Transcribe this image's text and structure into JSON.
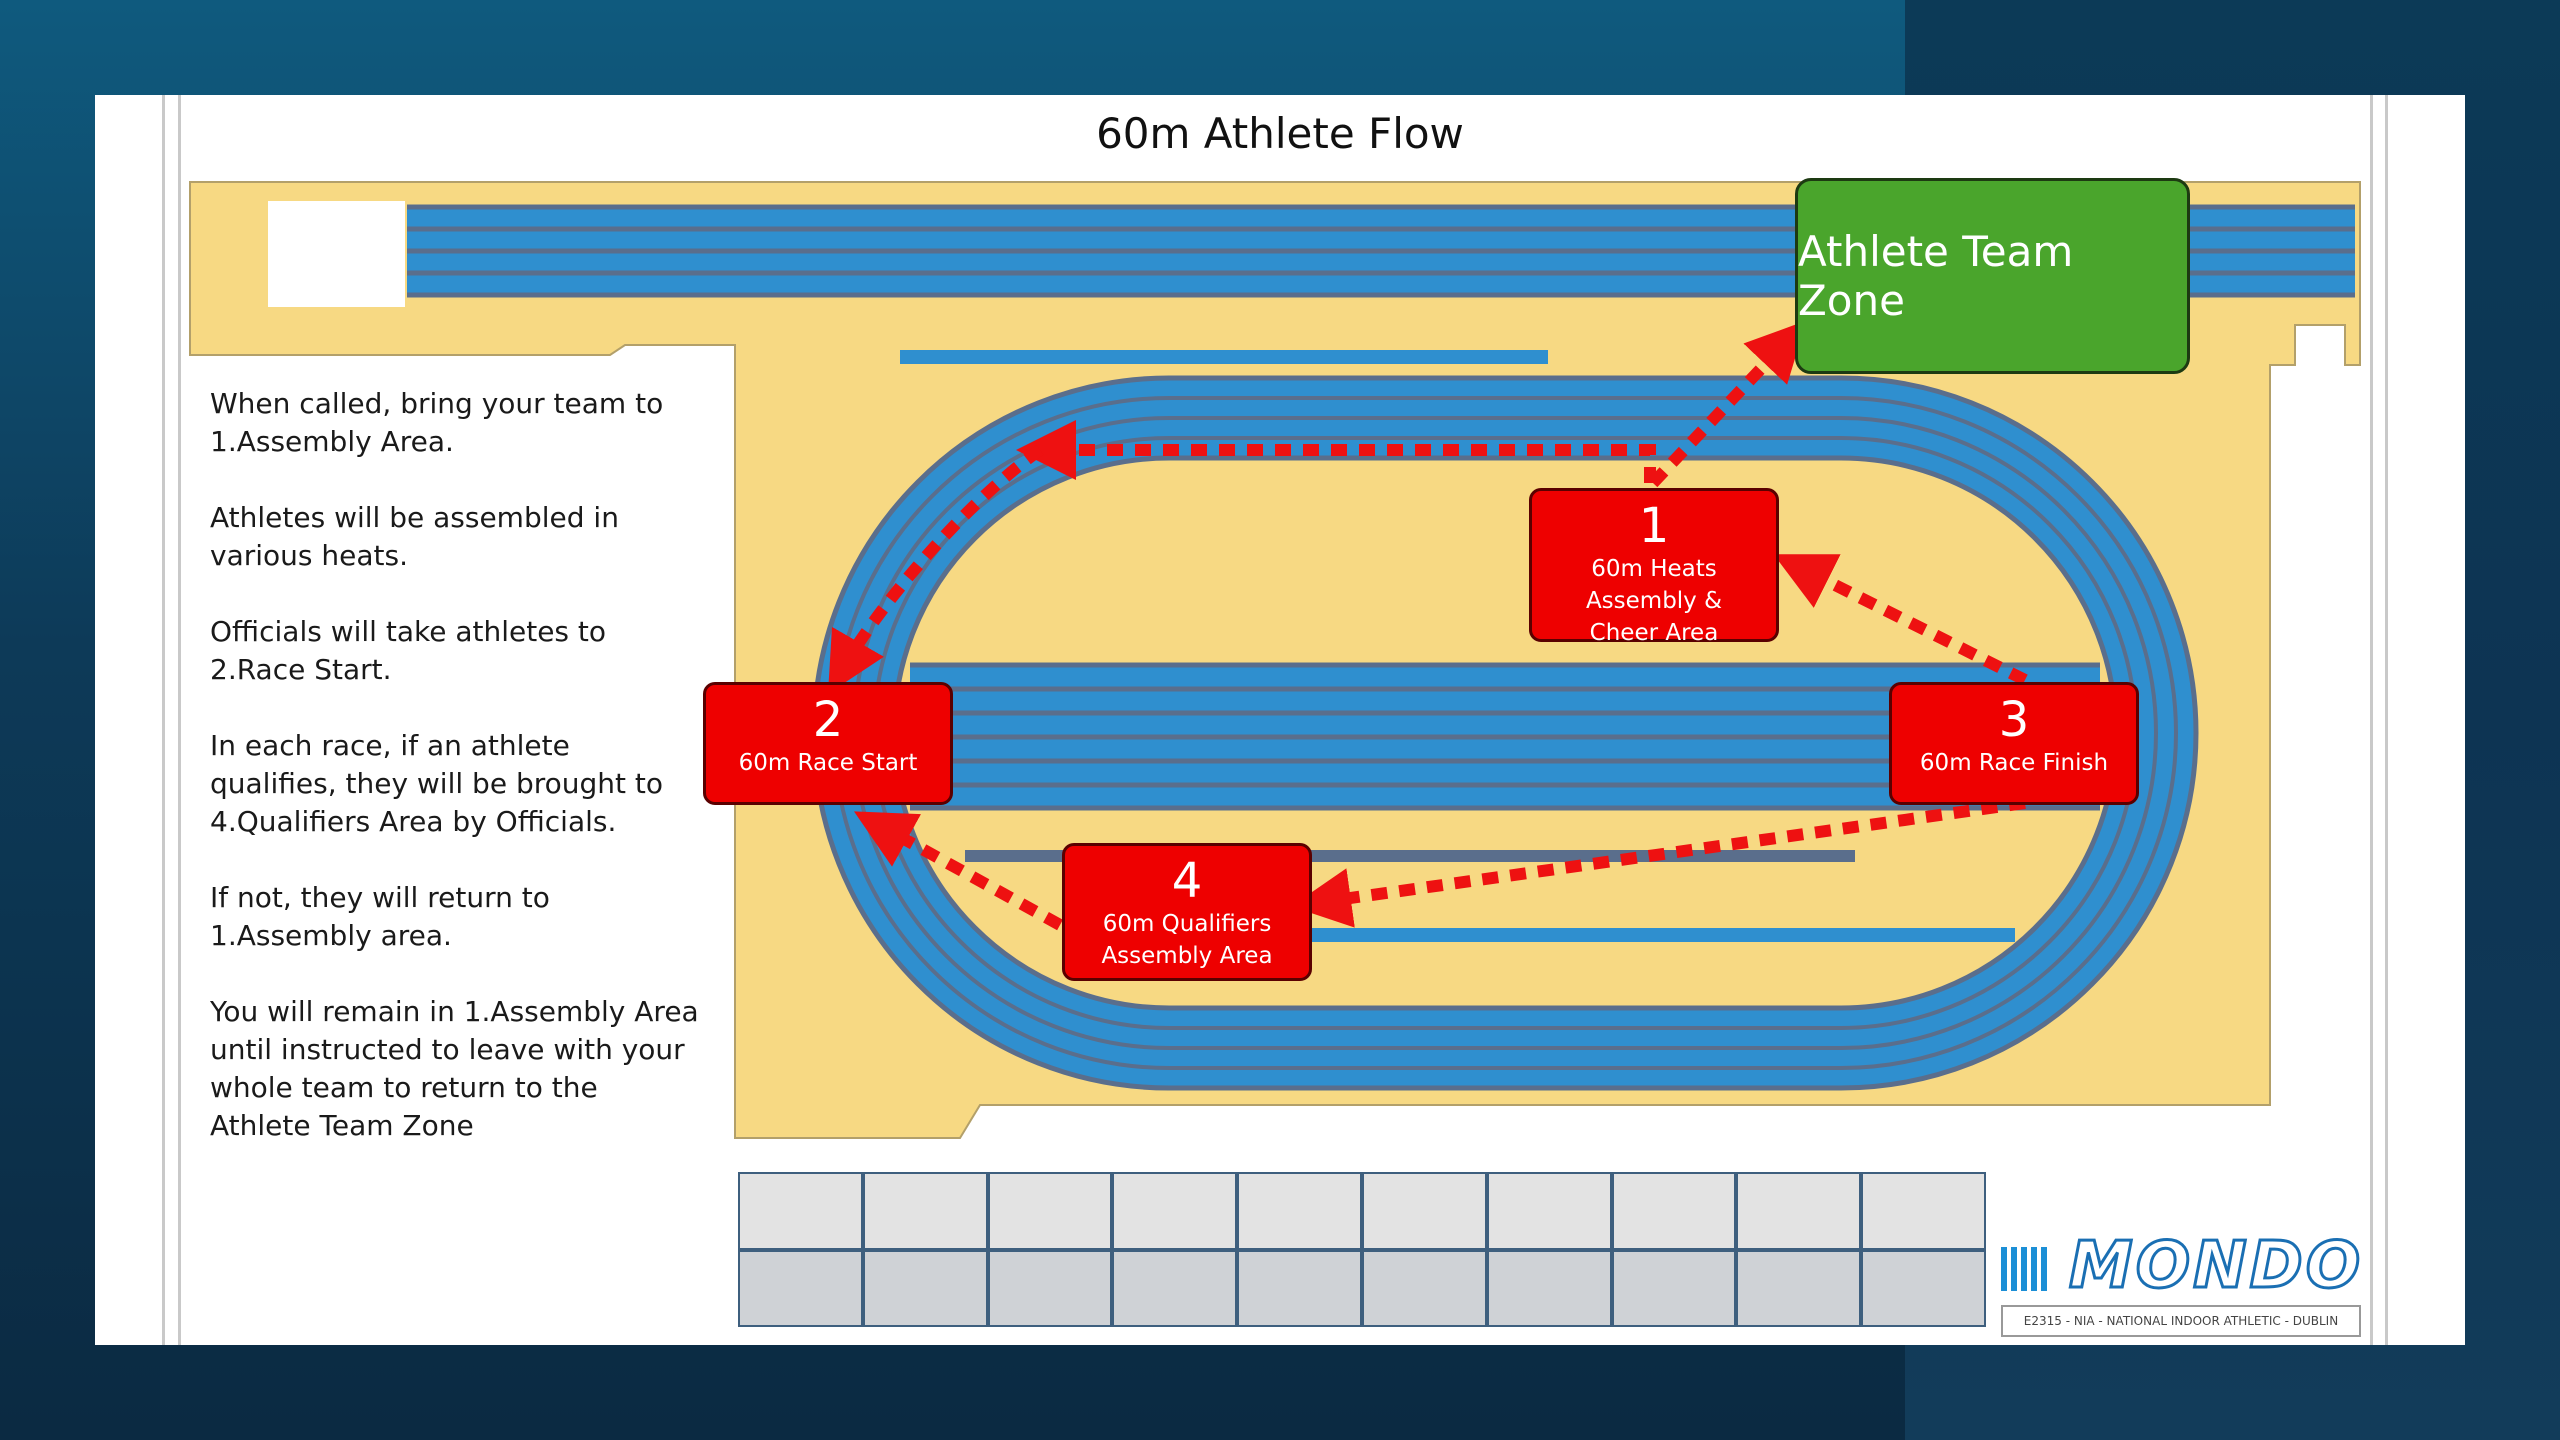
{
  "title": "60m Athlete Flow",
  "instructions": [
    "When called, bring your team to 1.Assembly Area.",
    "Athletes will be assembled in various heats.",
    "Officials will take athletes to 2.Race Start.",
    "In each race, if an athlete qualifies, they will be brought to 4.Qualifiers Area by Officials.",
    "If not, they will return to 1.Assembly area.",
    "You will remain in 1.Assembly Area until instructed to leave with your whole team to return to the Athlete Team Zone"
  ],
  "zone_label": "Athlete Team Zone",
  "stations": [
    {
      "num": "1",
      "label": "60m Heats Assembly & Cheer Area"
    },
    {
      "num": "2",
      "label": "60m Race Start"
    },
    {
      "num": "3",
      "label": "60m Race Finish"
    },
    {
      "num": "4",
      "label": "60m Qualifiers Assembly Area"
    }
  ],
  "brand": {
    "name": "MONDO",
    "footnote": "E2315 - NIA - NATIONAL INDOOR ATHLETIC - DUBLIN"
  },
  "colors": {
    "floor": "#f7d983",
    "track": "#2f8fcf",
    "lane_line": "#5a6e8c",
    "zone": "#4aa52c",
    "station": "#ee0000",
    "arrow": "#ee1111"
  }
}
